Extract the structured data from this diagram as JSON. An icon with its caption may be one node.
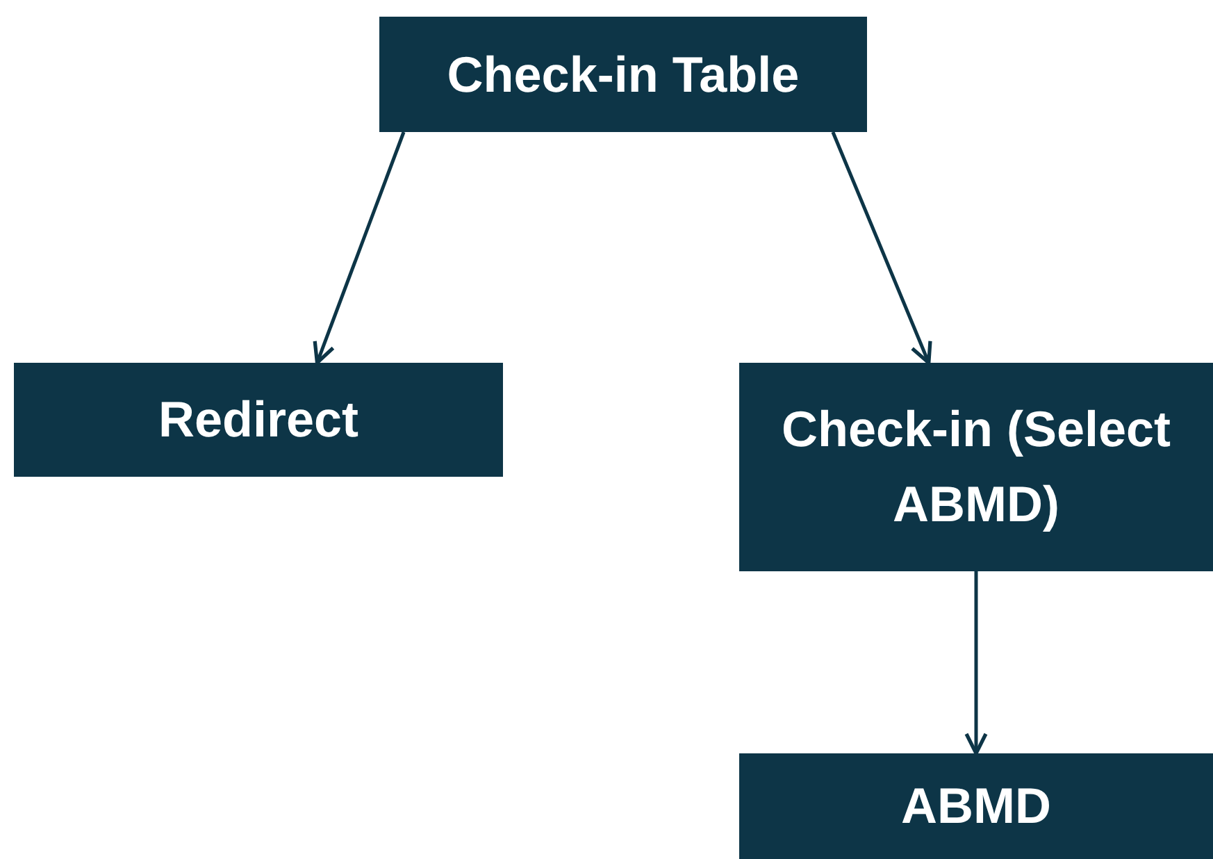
{
  "diagram": {
    "nodes": [
      {
        "text": [
          "Check-in Table"
        ]
      },
      {
        "text": [
          "Redirect"
        ]
      },
      {
        "text": [
          "Check-in (Select ABMD)"
        ]
      },
      {
        "text": [
          "ABMD"
        ]
      }
    ],
    "edges": [
      {
        "from": 0,
        "to": 1,
        "arrow": "to"
      },
      {
        "from": 0,
        "to": 2,
        "arrow": "to"
      },
      {
        "from": 2,
        "to": 3,
        "arrow": "to"
      }
    ]
  }
}
